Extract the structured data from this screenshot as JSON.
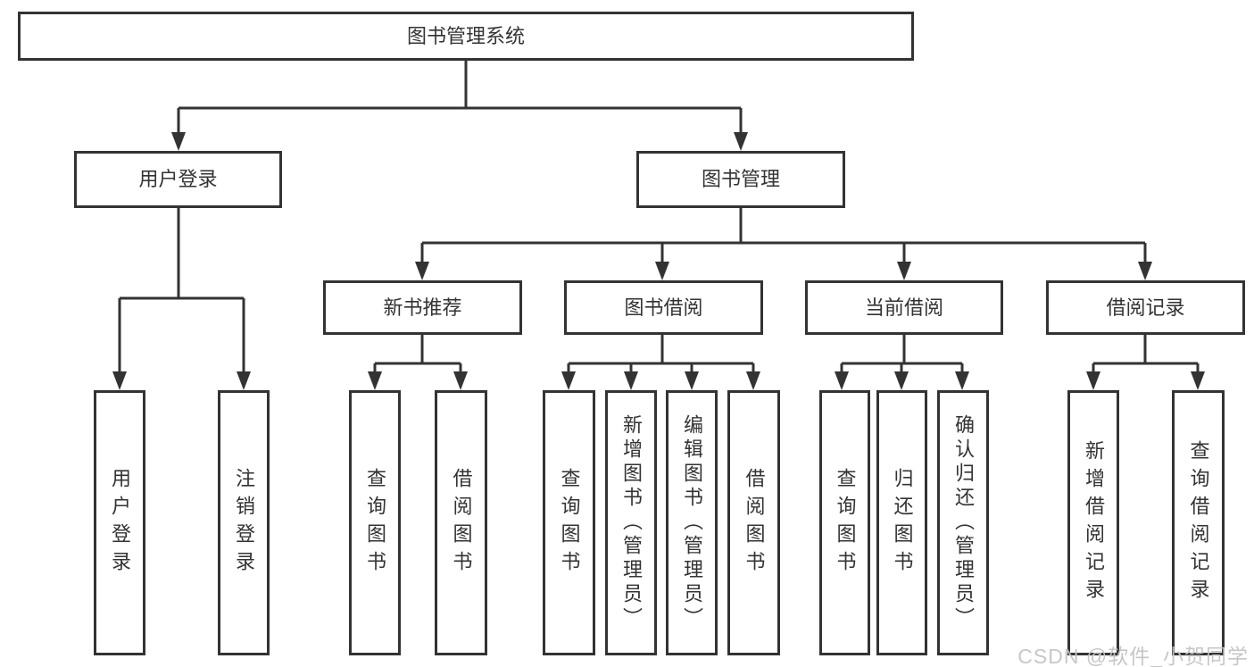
{
  "tree": {
    "root": {
      "label": "图书管理系统"
    },
    "branches": [
      {
        "label": "用户登录",
        "children": [
          {
            "label": "用户登录"
          },
          {
            "label": "注销登录"
          }
        ]
      },
      {
        "label": "图书管理",
        "children": [
          {
            "label": "新书推荐",
            "children": [
              {
                "label": "查询图书"
              },
              {
                "label": "借阅图书"
              }
            ]
          },
          {
            "label": "图书借阅",
            "children": [
              {
                "label": "查询图书"
              },
              {
                "label": "新增图书（管理员）"
              },
              {
                "label": "编辑图书（管理员）"
              },
              {
                "label": "借阅图书"
              }
            ]
          },
          {
            "label": "当前借阅",
            "children": [
              {
                "label": "查询图书"
              },
              {
                "label": "归还图书"
              },
              {
                "label": "确认归还（管理员）"
              }
            ]
          },
          {
            "label": "借阅记录",
            "children": [
              {
                "label": "新增借阅记录"
              },
              {
                "label": "查询借阅记录"
              }
            ]
          }
        ]
      }
    ]
  },
  "watermark": {
    "text": "CSDN @软件_小贺同学"
  },
  "colors": {
    "line": "#333333",
    "text": "#333333",
    "background": "#ffffff",
    "watermark": "#c5c5c5"
  }
}
